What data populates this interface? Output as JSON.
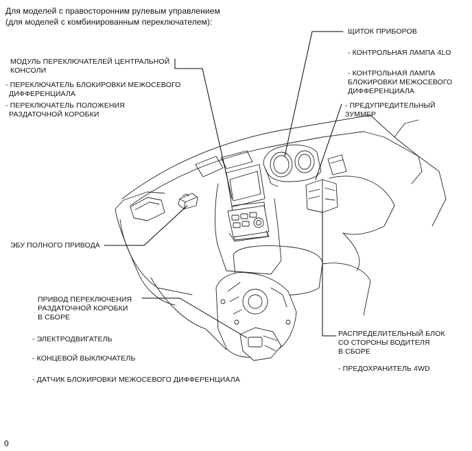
{
  "header": {
    "line1": "Для моделей с правосторонним рулевым управлением",
    "line2": "(для моделей с комбинированным переключателем):"
  },
  "labels": {
    "console_module_1": "МОДУЛЬ ПЕРЕКЛЮЧАТЕЛЕЙ ЦЕНТРАЛЬНОЙ",
    "console_module_2": "КОНСОЛИ",
    "diff_lock_switch_1": "- ПЕРЕКЛЮЧАТЕЛЬ БЛОКИРОВКИ МЕЖОСЕВОГО",
    "diff_lock_switch_2": "ДИФФЕРЕНЦИАЛА",
    "transfer_switch_1": "- ПЕРЕКЛЮЧАТЕЛЬ ПОЛОЖЕНИЯ",
    "transfer_switch_2": "РАЗДАТОЧНОЙ КОРОБКИ",
    "combination_meter": "ЩИТОК ПРИБОРОВ",
    "lamp_4lo": "- КОНТРОЛЬНАЯ ЛАМПА 4LO",
    "diff_lamp_1": "- КОНТРОЛЬНАЯ ЛАМПА",
    "diff_lamp_2": "БЛОКИРОВКИ МЕЖОСЕВОГО",
    "diff_lamp_3": "ДИФФЕРЕНЦИАЛА",
    "buzzer_1": "- ПРЕДУПРЕДИТЕЛЬНЫЙ",
    "buzzer_2": "ЗУММЕР",
    "ecu_4wd": "ЭБУ ПОЛНОГО ПРИВОДА",
    "actuator_1": "ПРИВОД ПЕРЕКЛЮЧЕНИЯ",
    "actuator_2": "РАЗДАТОЧНОЙ КОРОБКИ",
    "actuator_3": "В СБОРЕ",
    "motor": "- ЭЛЕКТРОДВИГАТЕЛЬ",
    "limit_switch": "- КОНЦЕВОЙ ВЫКЛЮЧАТЕЛЬ",
    "diff_lock_sensor": "- ДАТЧИК БЛОКИРОВКИ МЕЖОСЕВОГО ДИФФЕРЕНЦИАЛА",
    "junction_block_1": "РАСПРЕДЕЛИТЕЛЬНЫЙ БЛОК",
    "junction_block_2": "СО СТОРОНЫ ВОДИТЕЛЯ",
    "junction_block_3": "В СБОРЕ",
    "fuse_4wd": "- ПРЕДОХРАНИТЕЛЬ 4WD"
  },
  "footer": {
    "code": "0"
  }
}
